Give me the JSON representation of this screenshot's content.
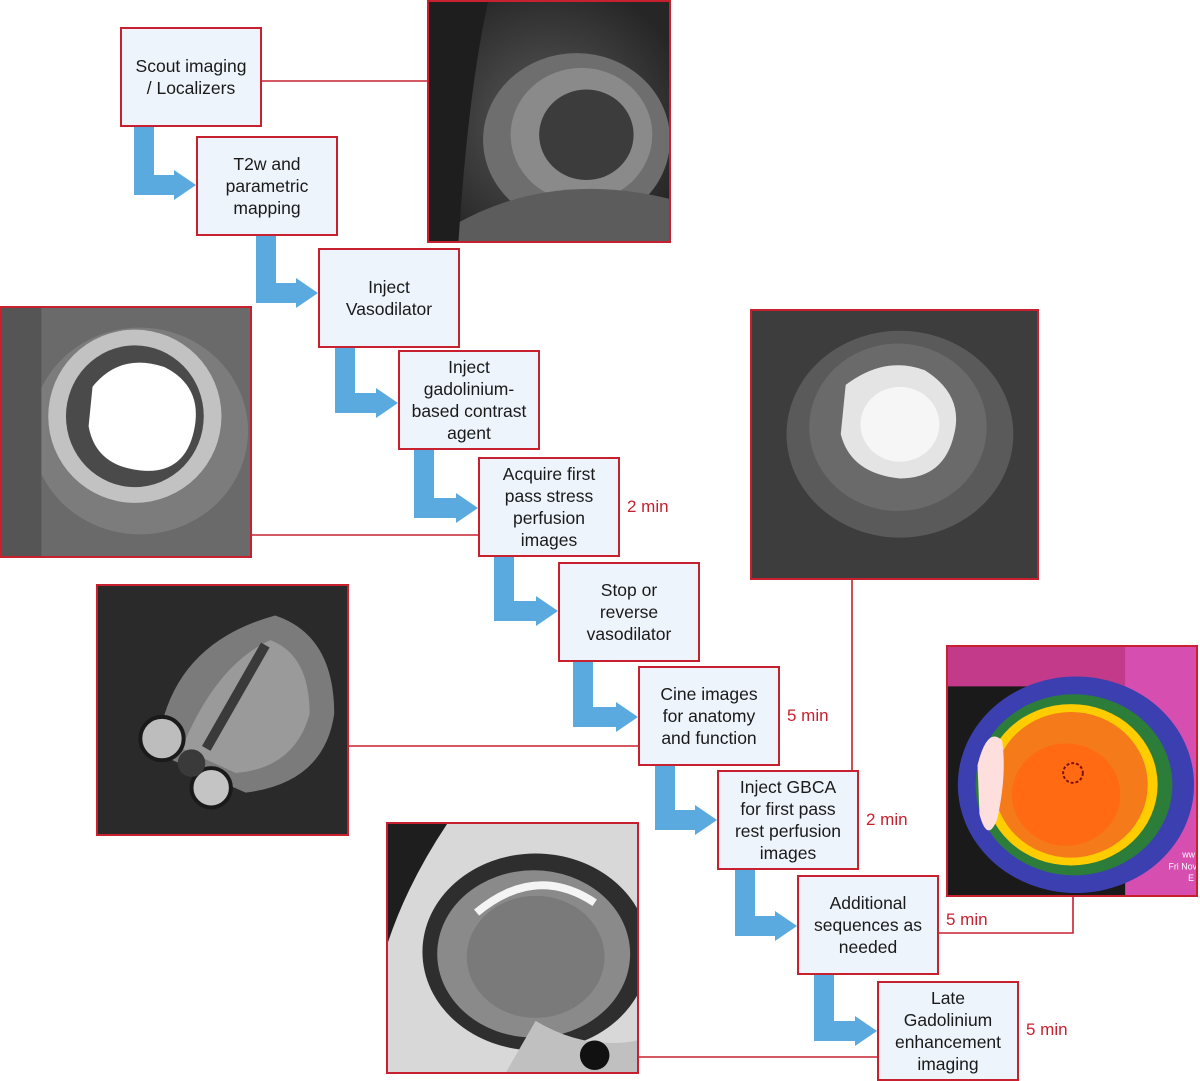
{
  "steps": [
    {
      "id": "scout",
      "label": "Scout imaging\n/ Localizers"
    },
    {
      "id": "t2w",
      "label": "T2w and\nparametric\nmapping"
    },
    {
      "id": "inject-vasodilator",
      "label": "Inject\nVasodilator"
    },
    {
      "id": "inject-gadolinium",
      "label": "Inject\ngadolinium-\nbased contrast\nagent"
    },
    {
      "id": "first-pass-stress",
      "label": "Acquire first\npass stress\nperfusion\nimages",
      "time": "2 min"
    },
    {
      "id": "stop-vasodilator",
      "label": "Stop or\nreverse\nvasodilator"
    },
    {
      "id": "cine",
      "label": "Cine images\nfor anatomy\nand function",
      "time": "5 min"
    },
    {
      "id": "inject-gbca-rest",
      "label": "Inject GBCA\nfor first pass\nrest perfusion\nimages",
      "time": "2 min"
    },
    {
      "id": "additional",
      "label": "Additional\nsequences as\nneeded",
      "time": "5 min"
    },
    {
      "id": "late-gadolinium",
      "label": "Late\nGadolinium\nenhancement\nimaging",
      "time": "5 min"
    }
  ],
  "colors": {
    "box_border": "#c8202f",
    "box_fill": "#eef4fb",
    "arrow": "#5aaae0",
    "time_text": "#c8202f"
  },
  "images": [
    {
      "id": "t2-mapping-short-axis",
      "kind": "grayscale MRI short-axis"
    },
    {
      "id": "stress-perfusion-short-axis",
      "kind": "bright blood pool perfusion"
    },
    {
      "id": "rest-perfusion-short-axis",
      "kind": "blurred perfusion frame"
    },
    {
      "id": "cine-four-chamber",
      "kind": "cine four-chamber view"
    },
    {
      "id": "parametric-map-color",
      "kind": "color T1/T2 map",
      "overlay_text": [
        "ww",
        "Fri Nov",
        "E"
      ]
    },
    {
      "id": "lge-short-axis",
      "kind": "late gadolinium enhancement"
    }
  ]
}
